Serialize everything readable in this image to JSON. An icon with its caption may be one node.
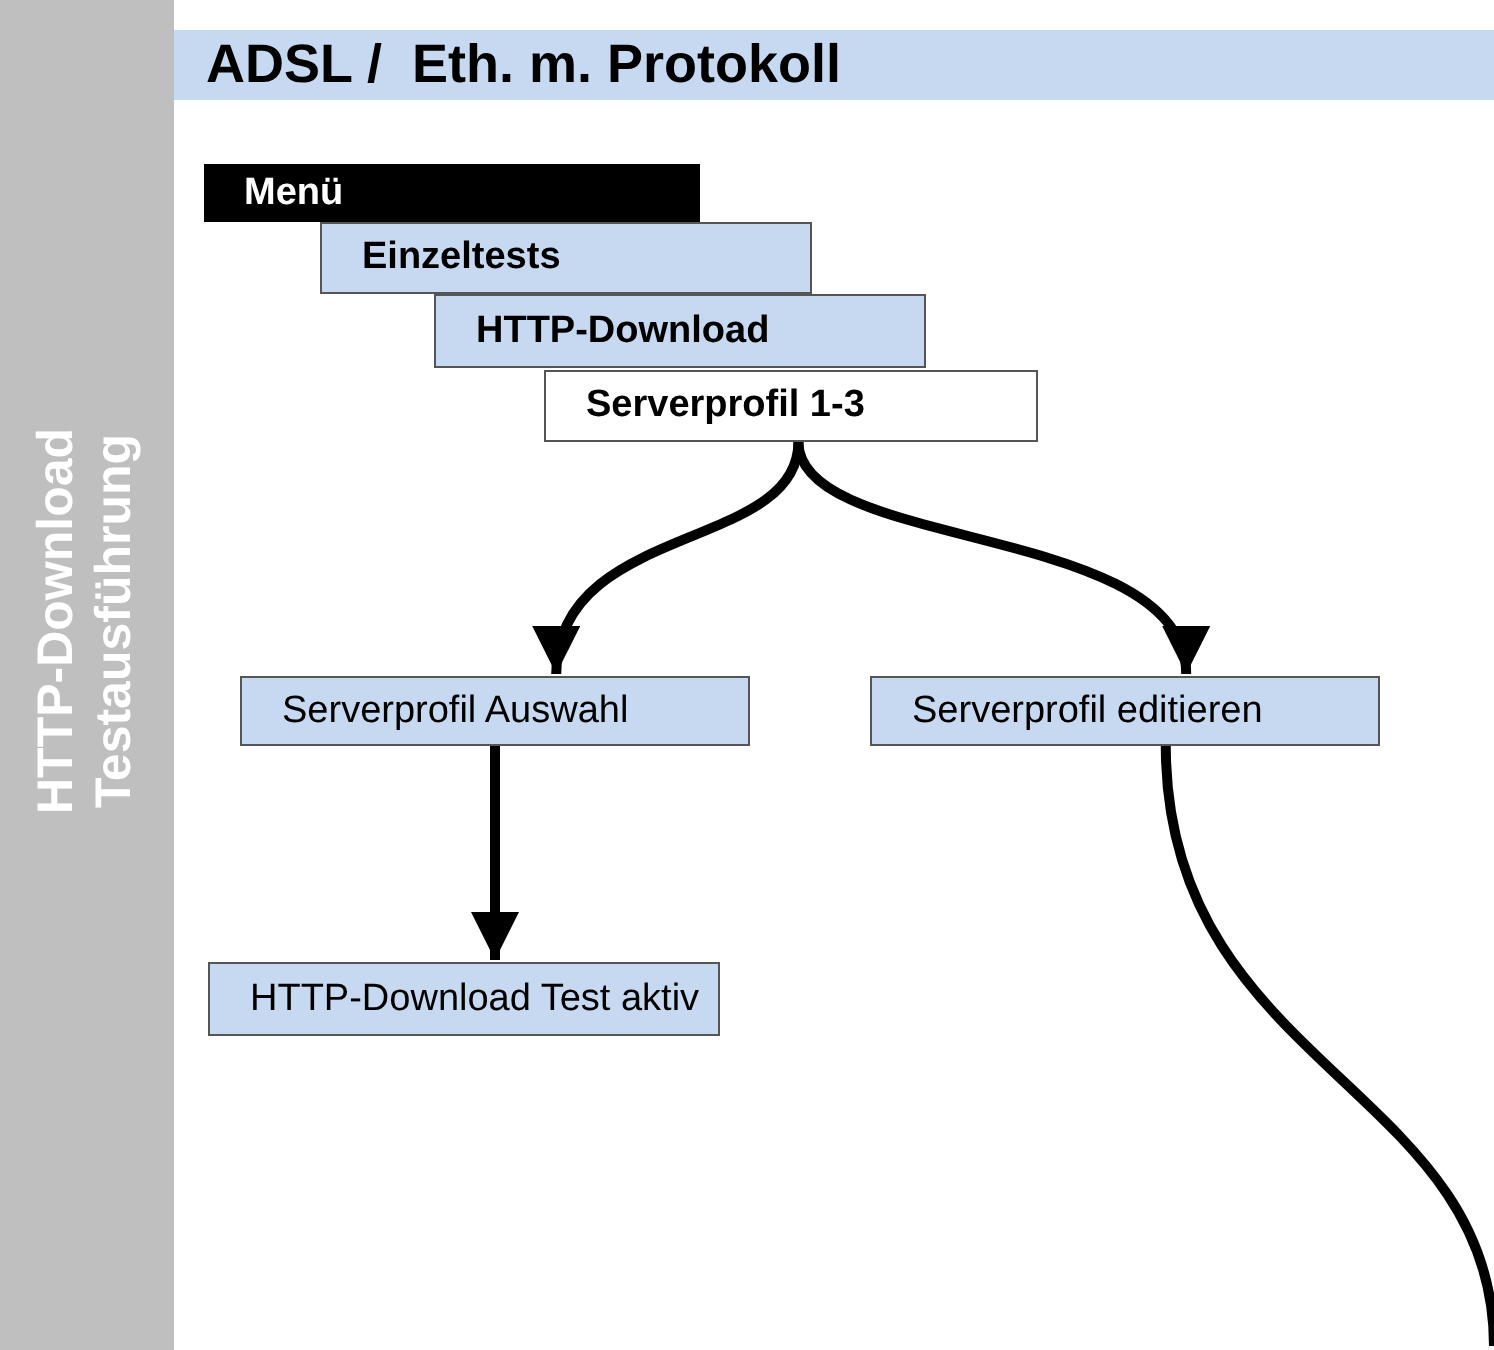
{
  "diagram": {
    "title": "ADSL /  Eth. m. Protokoll",
    "nodes": [
      {
        "text": [
          "HTTP-Download Testausführung"
        ]
      },
      {
        "text": [
          "Menü"
        ]
      },
      {
        "text": [
          "Einzeltests"
        ]
      },
      {
        "text": [
          "HTTP-Download"
        ]
      },
      {
        "text": [
          "Serverprofil 1-3"
        ]
      },
      {
        "text": [
          "Serverprofil Auswahl"
        ]
      },
      {
        "text": [
          "Serverprofil editieren"
        ]
      },
      {
        "text": [
          "HTTP-Download Test aktiv"
        ]
      }
    ],
    "edges": [
      {
        "from": 4,
        "to": 5,
        "arrow": "to"
      },
      {
        "from": 4,
        "to": 6,
        "arrow": "to"
      },
      {
        "from": 5,
        "to": 7,
        "arrow": "to"
      },
      {
        "from": 6,
        "to": null,
        "arrow": "none"
      }
    ]
  }
}
